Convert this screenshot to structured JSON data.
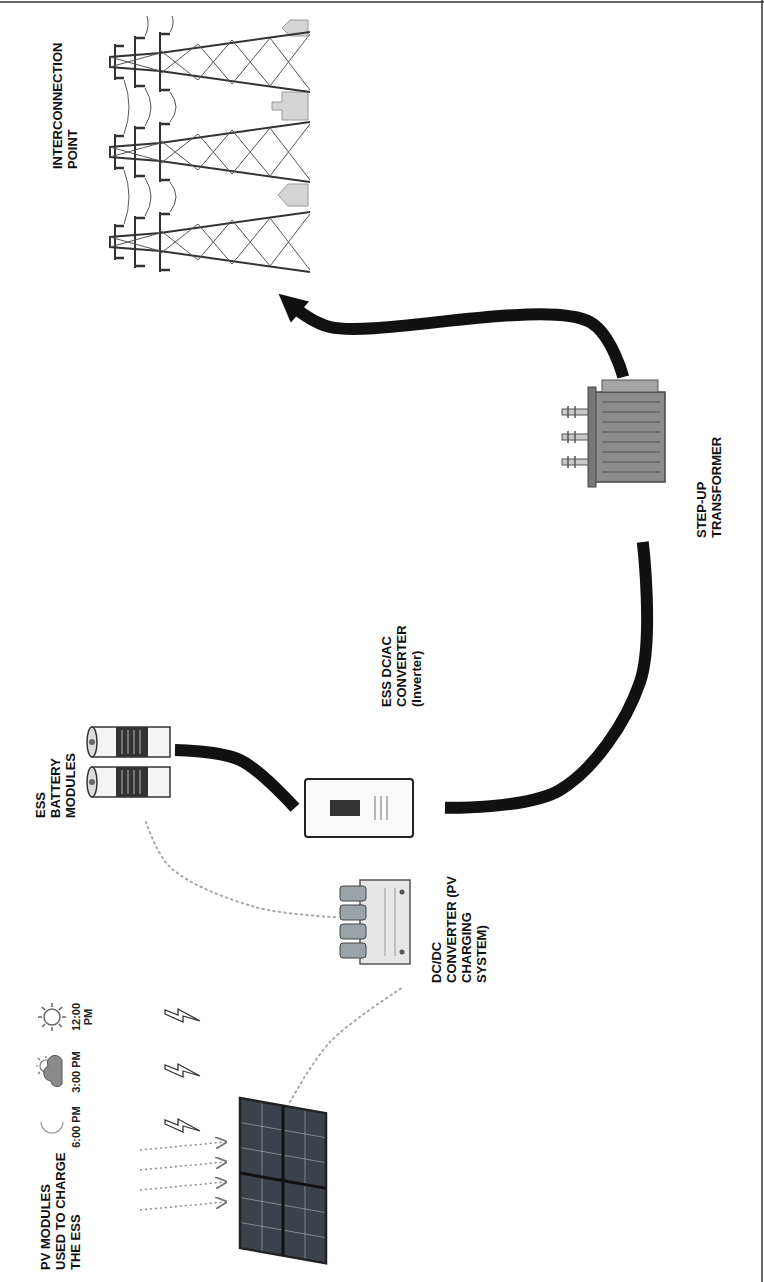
{
  "diagram": {
    "nodes": [
      {
        "text": [
          "PV MODULES USED TO CHARGE THE ESS"
        ]
      },
      {
        "text": [
          "DC/DC CONVERTER (PV CHARGING SYSTEM)"
        ]
      },
      {
        "text": [
          "ESS BATTERY MODULES"
        ]
      },
      {
        "text": [
          "ESS DC/AC CONVERTER (Inverter)"
        ]
      },
      {
        "text": [
          "STEP-UP TRANSFORMER"
        ]
      },
      {
        "text": [
          "INTERCONNECTION POINT"
        ]
      }
    ],
    "edges": [
      {
        "from": 0,
        "to": 1,
        "arrow": "none"
      },
      {
        "from": 1,
        "to": 2,
        "arrow": "none"
      },
      {
        "from": 2,
        "to": 3,
        "arrow": "none"
      },
      {
        "from": 3,
        "to": 4,
        "arrow": "none"
      },
      {
        "from": 4,
        "to": 5,
        "arrow": "to"
      }
    ],
    "labels": [
      "12:00 PM",
      "3:00 PM",
      "6:00 PM"
    ]
  }
}
